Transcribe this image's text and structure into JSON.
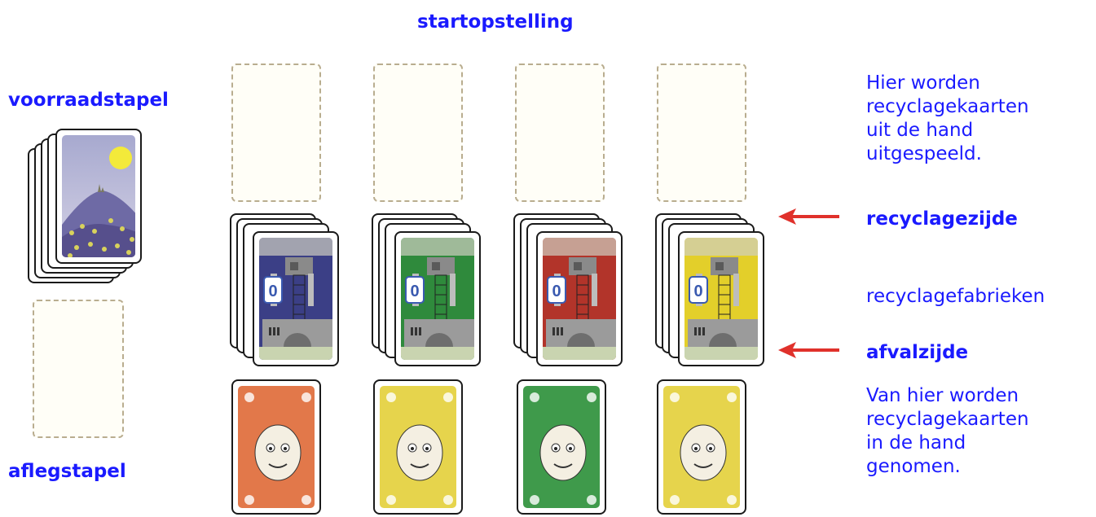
{
  "title": "startopstelling",
  "left": {
    "draw_pile_label": "voorraadstapel",
    "discard_pile_label": "aflegstapel"
  },
  "right": {
    "top_info": [
      "Hier worden",
      "recyclagekaarten",
      "uit de hand",
      "uitgespeeld."
    ],
    "recycle_side_label": "recyclagezijde",
    "factories_label": "recyclagefabrieken",
    "waste_side_label": "afvalzijde",
    "bottom_info": [
      "Van hier worden",
      "recyclagekaarten",
      "in de hand",
      "genomen."
    ]
  },
  "factories": [
    {
      "color": "blue",
      "hex": "#3b3f86",
      "value": "0"
    },
    {
      "color": "green",
      "hex": "#2f8a3c",
      "value": "0"
    },
    {
      "color": "red",
      "hex": "#b2342a",
      "value": "0"
    },
    {
      "color": "yellow",
      "hex": "#e3cf2a",
      "value": "0"
    }
  ],
  "waste_cards": [
    {
      "color": "orange",
      "hex": "#e2784a"
    },
    {
      "color": "yellow",
      "hex": "#e6d44c"
    },
    {
      "color": "green",
      "hex": "#3f9a4b"
    },
    {
      "color": "yellow",
      "hex": "#e6d44c"
    }
  ],
  "arrow_color": "#e0312b"
}
